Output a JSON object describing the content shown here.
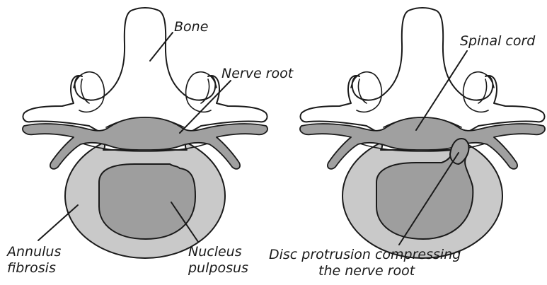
{
  "diagrams": [
    {
      "labels": {
        "bone": "Bone",
        "nerve_root": "Nerve root",
        "annulus_line1": "Annulus",
        "annulus_line2": "fibrosis",
        "nucleus_line1": "Nucleus",
        "nucleus_line2": "pulposus"
      }
    },
    {
      "labels": {
        "spinal_cord": "Spinal cord",
        "protrusion_line1": "Disc protrusion compressing",
        "protrusion_line2": "the nerve root"
      }
    }
  ],
  "colors": {
    "annulus": "#c9c9c9",
    "nucleus": "#9e9e9e",
    "nerve": "#a0a0a0",
    "bone": "#ffffff",
    "outline": "#1a1a1a"
  }
}
